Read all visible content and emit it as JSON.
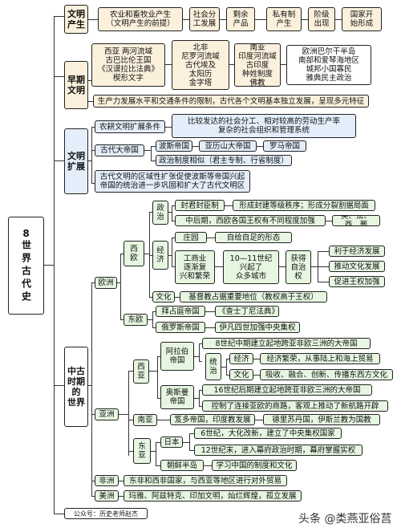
{
  "root": {
    "number": "8",
    "title": "世界古代史"
  },
  "sections": {
    "origin": "文明\n产生",
    "early": "早期\n文明",
    "spread": "文明\n扩展",
    "medieval": "中古\n时期的\n世界"
  },
  "origin": {
    "items": [
      "农业和畜牧业产生\n（文明产生的前提）",
      "社会分\n工发展",
      "剩余\n产品",
      "私有制\n产生",
      "阶级\n出现",
      "国家开\n始形成"
    ]
  },
  "early": {
    "asia_west": "西亚 两河流域\n古巴比伦王国\n《汉谟拉比法典》\n楔形文字",
    "africa_north": "北非\n尼罗河流域\n古代埃及\n太阳历\n金字塔",
    "asia_south": "南亚\n印度河流域\n古印度\n种姓制度\n佛教",
    "europe": "欧洲巴尔干半岛\n南部和爱琴海地区\n城邦小国寡民\n雅典民主政治",
    "note": "生产力发展水平和交通条件的限制，古代各个文明基本独立发展，呈现多元特征"
  },
  "spread": {
    "conditions": "农耕文明扩展条件",
    "conditions_detail": "比较发达的社会分工、相对较高的劳动生产率\n复杂的社会组织和管理系统",
    "empires": "古代大帝国",
    "persia": "波斯帝国",
    "alexander": "亚历山大帝国",
    "rome": "罗马帝国",
    "similar": "政治制度相似（君主专制、行省制度）",
    "note": "古代文明的区域性扩张促使波斯等帝国兴起\n帝国的统治进一步巩固和扩大了古代文明区"
  },
  "europe": {
    "label": "欧洲",
    "west_europe": "西\n欧",
    "politics": "政\n治",
    "feudal": "封君封臣制",
    "feudal_detail": "形成封建等级秩序；形成分裂割据局面",
    "late": "中后期，西欧各国王权有不同程度加强",
    "late_detail": "英、法、西、葡",
    "economy": "经\n济",
    "manor": "庄园",
    "manor_detail": "自给自足的形态",
    "commerce": "工商业\n逐渐复\n兴和繁荣",
    "cities": "10—11世纪\n兴起了\n众多城市",
    "autonomy": "获得\n自治\n权",
    "effect1": "利于经济发展",
    "effect2": "推动文化发展",
    "effect3": "促进王权加强",
    "culture": "文化",
    "culture_detail": "基督教占据重要地位（教权高于王权）",
    "east_europe": "东欧",
    "byzantine": "拜占庭帝国",
    "code": "《查士丁尼法典》",
    "russia": "俄罗斯帝国",
    "ivan": "伊凡四世加强中央集权"
  },
  "asia": {
    "label": "亚洲",
    "west_asia": "西\n亚",
    "arab": "阿拉伯\n帝国",
    "arab_8c": "8世纪中期建立起地跨亚非欧三洲的大帝国",
    "rule": "统\n治",
    "eco": "经济",
    "eco_detail": "经济繁荣，从事陆上和海上贸易",
    "cul": "文化",
    "cul_detail": "吸收、融合、创新、传播东西方文化",
    "ottoman": "奥斯曼\n帝国",
    "ottoman_16c": "16世纪后期建立起地跨亚非欧三洲的大帝国",
    "ottoman_trade": "控制了连接亚欧的商路，客观上推动了新航路开辟",
    "south_asia": "南亚",
    "delhi": "笈多帝国，印度教发展",
    "delhi_detail": "德里苏丹国，伊斯兰教为国教",
    "east_asia": "东\n亚",
    "japan": "日本",
    "japan_6c": "6世纪，大化改新，建立了中央集权国家",
    "japan_12c": "12世纪末，进入幕府政治时期，幕府掌握实权",
    "korea": "朝鲜半岛",
    "korea_detail": "学习中国的制度和文化"
  },
  "africa": {
    "label": "非洲",
    "detail": "东非和西非国家，与西亚等地区进行对外贸易"
  },
  "america": {
    "label": "美洲",
    "detail": "玛雅、阿兹特克、印加文明，灿烂辉煌，孤立发展"
  },
  "footer": "公众号：历史老师赵杰",
  "watermark": "头条 @类燕亚俗莒"
}
